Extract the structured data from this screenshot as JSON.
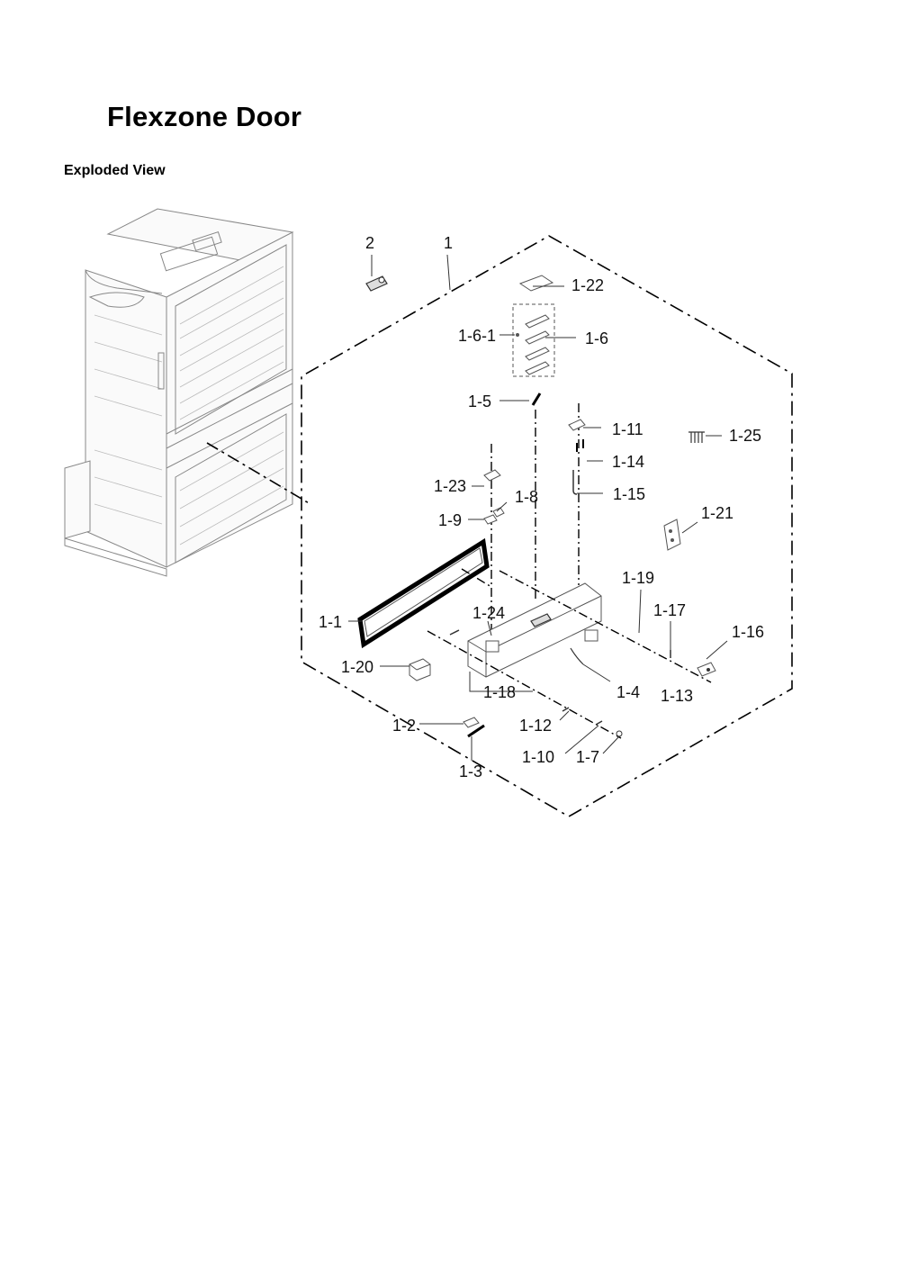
{
  "title": "Flexzone Door",
  "subtitle": "Exploded View",
  "callouts": {
    "p2": "2",
    "p1": "1",
    "p1_22": "1-22",
    "p1_6_1": "1-6-1",
    "p1_6": "1-6",
    "p1_5": "1-5",
    "p1_11": "1-11",
    "p1_25": "1-25",
    "p1_14": "1-14",
    "p1_23": "1-23",
    "p1_8": "1-8",
    "p1_15": "1-15",
    "p1_9": "1-9",
    "p1_21": "1-21",
    "p1_19": "1-19",
    "p1_1": "1-1",
    "p1_24": "1-24",
    "p1_17": "1-17",
    "p1_16": "1-16",
    "p1_20": "1-20",
    "p1_4": "1-4",
    "p1_18": "1-18",
    "p1_13": "1-13",
    "p1_2": "1-2",
    "p1_12": "1-12",
    "p1_10": "1-10",
    "p1_7": "1-7",
    "p1_3": "1-3"
  }
}
